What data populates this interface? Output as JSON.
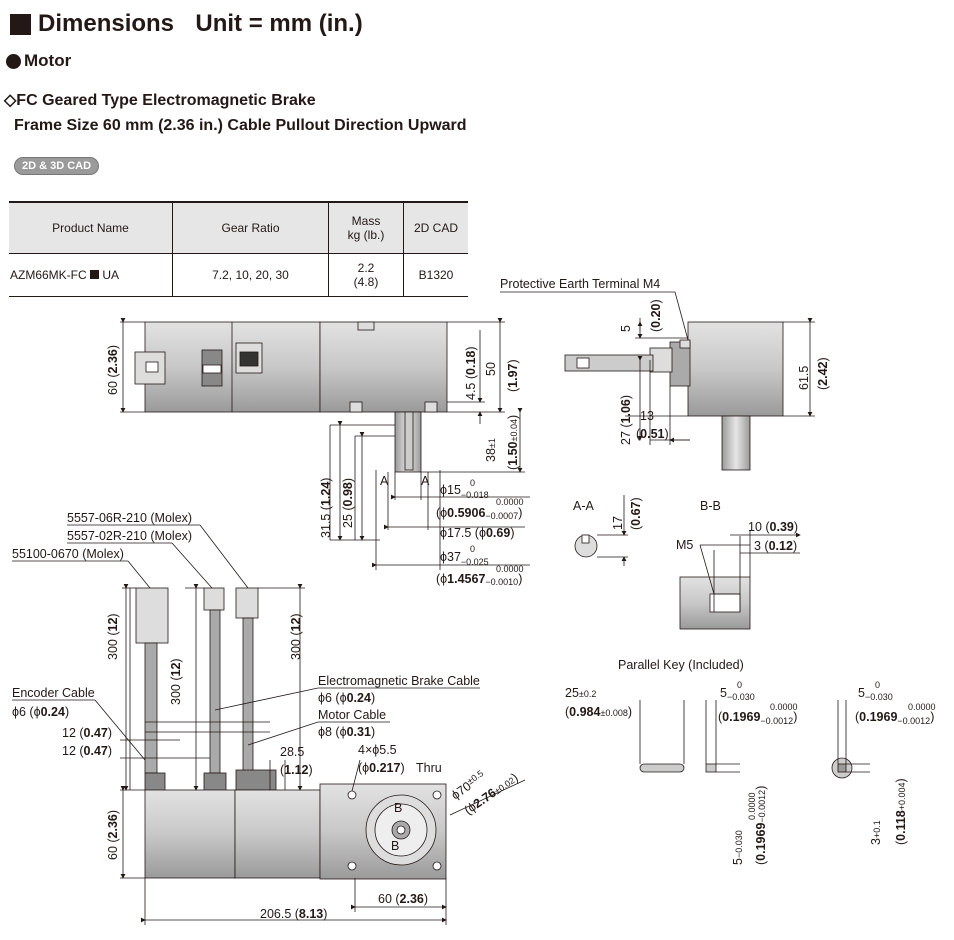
{
  "header": {
    "title": "Dimensions",
    "unit": "Unit = mm (in.)"
  },
  "section": {
    "label": "Motor"
  },
  "product": {
    "type_line": "◇FC Geared Type Electromagnetic Brake",
    "frame_line": "Frame Size 60 mm (2.36 in.)  Cable Pullout Direction  Upward",
    "cad_badge": "2D & 3D CAD"
  },
  "table": {
    "headers": {
      "name": "Product Name",
      "ratio": "Gear Ratio",
      "mass_1": "Mass",
      "mass_2": "kg (lb.)",
      "cad": "2D CAD"
    },
    "row": {
      "name_prefix": "AZM66MK-FC",
      "name_suffix": "UA",
      "ratio": "7.2, 10, 20, 30",
      "mass": "2.2",
      "mass_lb": "(4.8)",
      "cad": "B1320"
    }
  },
  "labels": {
    "pe_terminal": "Protective Earth Terminal M4",
    "molex_1": "5557-06R-210 (Molex)",
    "molex_2": "5557-02R-210 (Molex)",
    "molex_3": "55100-0670 (Molex)",
    "encoder_cable": "Encoder Cable",
    "brake_cable": "Electromagnetic Brake Cable",
    "motor_cable": "Motor Cable",
    "hole_label": "4×ϕ5.5",
    "thru": "Thru",
    "aa": "A-A",
    "bb": "B-B",
    "m5": "M5",
    "parallel_key": "Parallel Key (Included)"
  }
}
